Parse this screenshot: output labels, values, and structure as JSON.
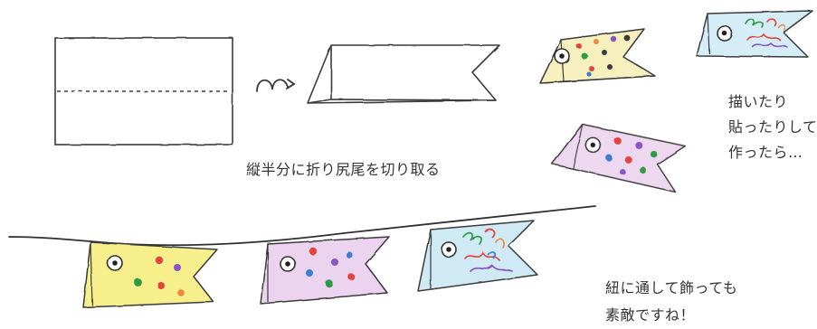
{
  "captions": {
    "fold_instruction": "縦半分に折り尻尾を切り取る",
    "decorate_lines": [
      "描いたり",
      "貼ったりして",
      "作ったら…"
    ],
    "string_lines": [
      "紐に通して飾っても",
      "素敵ですね！"
    ]
  },
  "icons": {
    "arrow": "curly-arrow-icon",
    "fish": "carp-streamer-icon"
  },
  "colors": {
    "outline": "#3a3a3a",
    "yellow_fish": "#f7ee8c",
    "pink_fish": "#ecd3ef",
    "blue_fish": "#cfeaf4",
    "spot_red": "#e2443c",
    "spot_green": "#2f9a45",
    "spot_purple": "#8a55c4",
    "spot_orange": "#ee8a3c",
    "spot_blue": "#3b7fd0"
  }
}
